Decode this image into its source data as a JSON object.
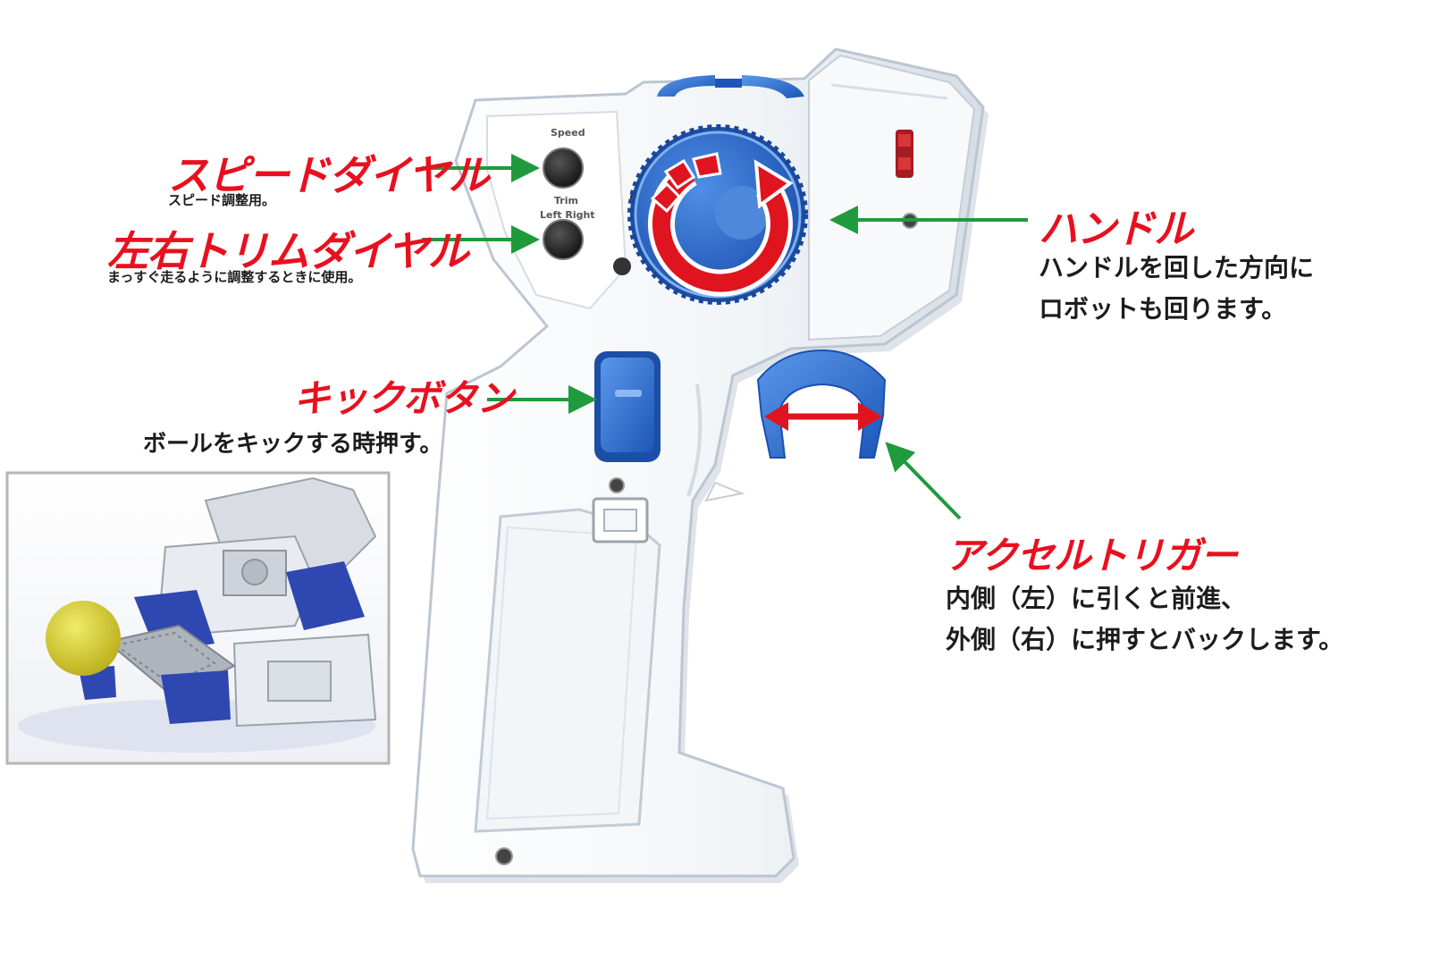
{
  "labels": {
    "speed_dial": {
      "title": "スピードダイヤル",
      "description": "スピード調整用。"
    },
    "trim_dial": {
      "title": "左右トリムダイヤル",
      "description": "まっすぐ走るように調整するときに使用。"
    },
    "kick_button": {
      "title": "キックボタン",
      "description": "ボールをキックする時押す。"
    },
    "handle": {
      "title": "ハンドル",
      "description_line1": "ハンドルを回した方向に",
      "description_line2": "ロボットも回ります。"
    },
    "accel_trigger": {
      "title": "アクセルトリガー",
      "description_line1": "内側（左）に引くと前進、",
      "description_line2": "外側（右）に押すとバックします。"
    }
  },
  "controller_panel": {
    "speed_label": "Speed",
    "trim_label": "Trim",
    "trim_sides": "Left Right"
  },
  "colors": {
    "title_red": "#e8101f",
    "arrow_green": "#1f9a3c",
    "accent_blue": "#2a6fd0",
    "body_white": "#f4f6f8"
  },
  "icons": {
    "steering_dial": "rotate-arrow-icon",
    "trigger_direction": "double-arrow-icon"
  }
}
